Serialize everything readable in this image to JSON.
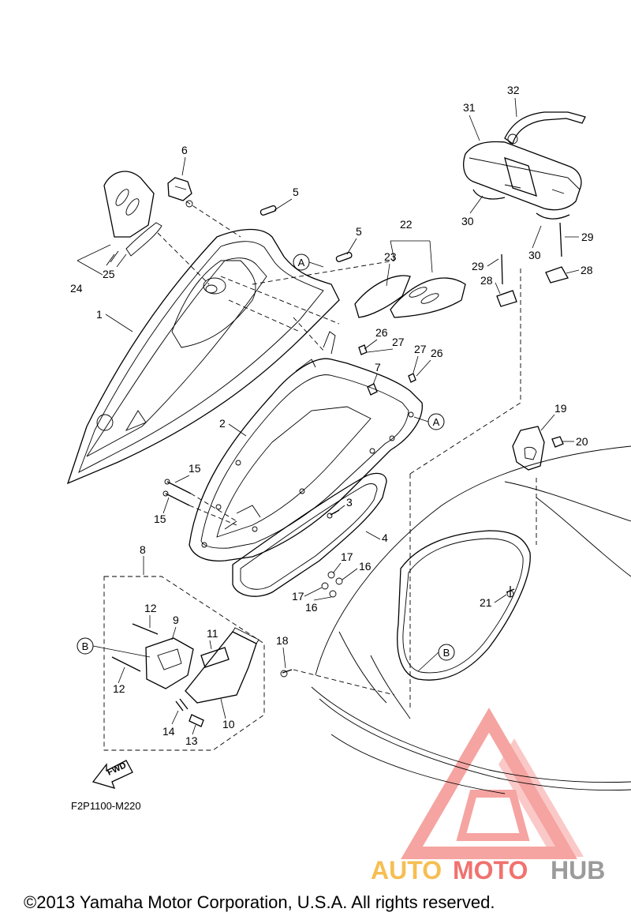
{
  "parts_callouts": [
    "1",
    "2",
    "3",
    "4",
    "5",
    "5",
    "6",
    "7",
    "8",
    "9",
    "10",
    "11",
    "12",
    "12",
    "13",
    "14",
    "15",
    "15",
    "16",
    "16",
    "17",
    "17",
    "18",
    "19",
    "20",
    "21",
    "22",
    "23",
    "24",
    "25",
    "26",
    "26",
    "27",
    "27",
    "28",
    "28",
    "29",
    "29",
    "30",
    "30",
    "31",
    "32"
  ],
  "reference_marks": {
    "a": "A",
    "b": "B"
  },
  "fwd_label": "FWD",
  "drawing_code": "F2P1100-M220",
  "copyright": "©2013 Yamaha Motor Corporation, U.S.A. All rights reserved.",
  "watermark": {
    "part1": "AUTO",
    "part2": "MOTO",
    "part3": "HUB",
    "color_orange": "#f5b335",
    "color_red": "#ee5a55",
    "color_gray": "#8a8a8a"
  }
}
